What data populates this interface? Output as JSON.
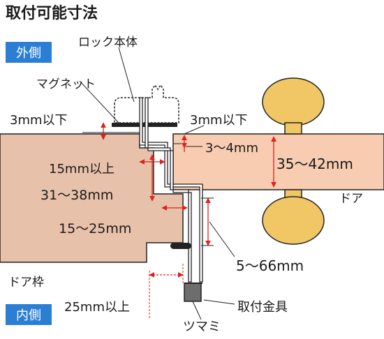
{
  "title": "取付可能寸法",
  "badges": {
    "outside": "外側",
    "inside": "内側"
  },
  "labels": {
    "lock_body": "ロック本体",
    "magnet": "マグネット",
    "door": "ドア",
    "door_frame": "ドア枠",
    "mounting_bracket": "取付金具",
    "knob": "ツマミ"
  },
  "dimensions": {
    "gap_left": "3mm以下",
    "gap_right": "3mm以下",
    "step": "3〜4mm",
    "door_thickness": "35〜42mm",
    "depth_15": "15mm以上",
    "frame_depth": "31〜38mm",
    "frame_step": "15〜25mm",
    "bracket_length": "5〜66mm",
    "knob_clearance": "25mm以上"
  },
  "colors": {
    "badge_bg": "#2a7fd4",
    "frame_fill": "#e8c1ab",
    "door_fill": "#f7ccb0",
    "knob_fill": "#f1c766",
    "dimension_red": "#e0201e",
    "outline": "#222222"
  }
}
